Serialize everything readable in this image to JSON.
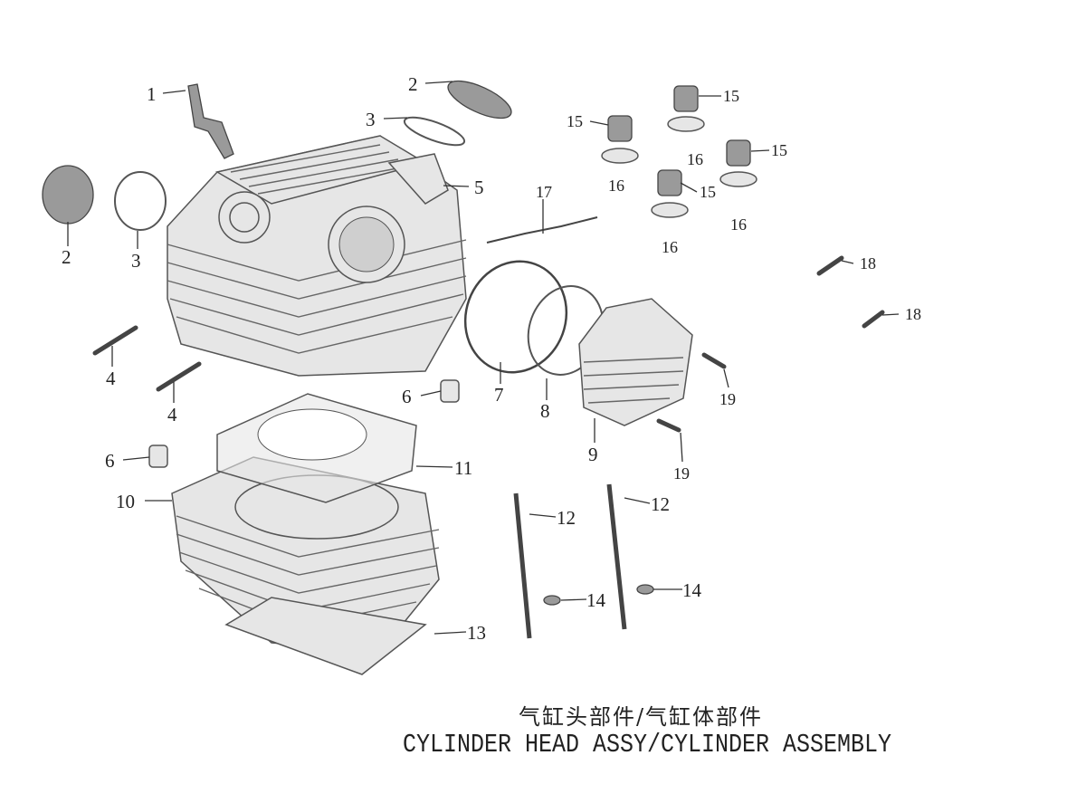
{
  "title": {
    "chinese": "气缸头部件/气缸体部件",
    "english": "CYLINDER HEAD ASSY/CYLINDER ASSEMBLY"
  },
  "callouts": {
    "spark_plug": "1",
    "cap_top": "2",
    "oring_top": "3",
    "cap_left": "2",
    "oring_left": "3",
    "stud_a": "4",
    "stud_b": "4",
    "rocker": "5",
    "dowel_a": "6",
    "dowel_b": "6",
    "gasket_7": "7",
    "oring_8": "8",
    "side_cover": "9",
    "cylinder": "10",
    "head_gasket": "11",
    "bolt_a": "12",
    "bolt_b": "12",
    "base_gasket": "13",
    "washer_a": "14",
    "washer_b": "14",
    "nut_a": "15",
    "nut_b": "15",
    "nut_c": "15",
    "nut_d": "15",
    "washer16_a": "16",
    "washer16_b": "16",
    "washer16_c": "16",
    "washer16_d": "16",
    "sensor": "17",
    "screw18_a": "18",
    "screw18_b": "18",
    "screw19_a": "19",
    "screw19_b": "19"
  }
}
